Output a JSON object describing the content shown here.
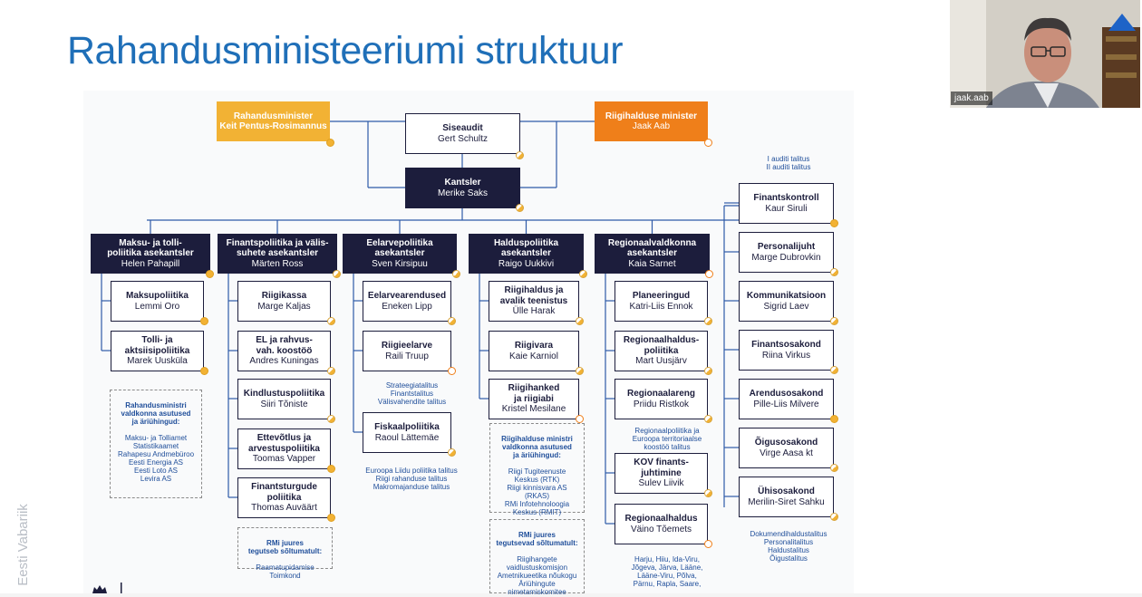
{
  "slide": {
    "title": "Rahandusministeeriumi struktuur",
    "side_text": "Eesti Vabariik"
  },
  "video": {
    "participant_name": "jaak.aab"
  },
  "top": {
    "minister": {
      "title": "Rahandusminister",
      "name": "Keit Pentus-Rosimannus"
    },
    "audit": {
      "title": "Siseaudit",
      "name": "Gert Schultz"
    },
    "admin_minister": {
      "title": "Riigihalduse minister",
      "name": "Jaak Aab"
    },
    "chancellor": {
      "title": "Kantsler",
      "name": "Merike Saks"
    }
  },
  "columns": [
    {
      "head_title": "Maksu- ja tolli-\npoliitika asekantsler",
      "head_name": "Helen Pahapill",
      "items": [
        {
          "title": "Maksupoliitika",
          "name": "Lemmi Oro"
        },
        {
          "title": "Tolli- ja\naktsiisipoliitika",
          "name": "Marek Uusküla"
        }
      ]
    },
    {
      "head_title": "Finantspoliitika ja välis-\nsuhete asekantsler",
      "head_name": "Märten Ross",
      "items": [
        {
          "title": "Riigikassa",
          "name": "Marge Kaljas"
        },
        {
          "title": "EL ja rahvus-\nvah. koostöö",
          "name": "Andres Kuningas"
        },
        {
          "title": "Kindlustuspoliitika",
          "name": "Siiri Tõniste"
        },
        {
          "title": "Ettevõtlus ja\narvestuspoliitika",
          "name": "Toomas Vapper"
        },
        {
          "title": "Finantsturgude\npoliitika",
          "name": "Thomas Auväärt"
        }
      ]
    },
    {
      "head_title": "Eelarvepoliitika\nasekantsler",
      "head_name": "Sven Kirsipuu",
      "items": [
        {
          "title": "Eelarvearendused",
          "name": "Eneken Lipp"
        },
        {
          "title": "Riigieelarve",
          "name": "Raili Truup"
        },
        {
          "title": "Fiskaalpoliitika",
          "name": "Raoul Lättemäe"
        }
      ]
    },
    {
      "head_title": "Halduspoliitika\nasekantsler",
      "head_name": "Raigo Uukkivi",
      "items": [
        {
          "title": "Riigihaldus ja\navalik teenistus",
          "name": "Ülle Harak"
        },
        {
          "title": "Riigivara",
          "name": "Kaie Karniol"
        },
        {
          "title": "Riigihanked\nja riigiabi",
          "name": "Kristel Mesilane"
        }
      ]
    },
    {
      "head_title": "Regionaalvaldkonna\nasekantsler",
      "head_name": "Kaia Sarnet",
      "items": [
        {
          "title": "Planeeringud",
          "name": "Katri-Liis Ennok"
        },
        {
          "title": "Regionaalhaldus-\npoliitika",
          "name": "Mart Uusjärv"
        },
        {
          "title": "Regionaalareng",
          "name": "Priidu Ristkok"
        },
        {
          "title": "KOV finants-\njuhtimine",
          "name": "Sulev Liivik"
        },
        {
          "title": "Regionaalhaldus",
          "name": "Väino Tõemets"
        }
      ]
    },
    {
      "head_title": "",
      "head_name": "",
      "items": [
        {
          "title": "Finantskontroll",
          "name": "Kaur Siruli"
        },
        {
          "title": "Personalijuht",
          "name": "Marge Dubrovkin"
        },
        {
          "title": "Kommunikatsioon",
          "name": "Sigrid Laev"
        },
        {
          "title": "Finantsosakond",
          "name": "Riina Virkus"
        },
        {
          "title": "Arendusosakond",
          "name": "Pille-Liis Milvere"
        },
        {
          "title": "Õigusosakond",
          "name": "Virge Aasa kt"
        },
        {
          "title": "Ühisosakond",
          "name": "Merilin-Siret Sahku"
        }
      ]
    }
  ],
  "notes": {
    "audit_units": "I auditi talitus\nII auditi talitus",
    "budget_units": "Strateegiatalitus\nFinantstalitus\nVälisvahendite talitus",
    "fiscal_units": "Euroopa Liidu poliitika talitus\nRiigi rahanduse talitus\nMakromajanduse talitus",
    "regional_units": "Regionaalpoliitika ja\nEuroopa territoriaalse\nkoostöö talitus",
    "regions": "Harju, Hiiu, Ida-Viru,\nJõgeva, Järva, Lääne,\nLääne-Viru, Põlva,\nPärnu, Rapla, Saare,",
    "common_units": "Dokumendihaldustalitus\nPersonalitalitus\nHaldustalitus\nÕigustalitus"
  },
  "dashed": {
    "ministry_agencies": {
      "head": "Rahandusministri\nvaldkonna asutused\nja äriühingud:",
      "body": "Maksu- ja Tolliamet\nStatistikaamet\nRahapesu Andmebüroo\nEesti Energia AS\nEesti Loto AS\nLevira AS"
    },
    "finance_committee": {
      "head": "RMi juures\ntegutseb sõltumatult:",
      "body": "Raamatupidamise\nToimkond"
    },
    "admin_agencies": {
      "head": "Riigihalduse ministri\nvaldkonna asutused\nja äriühingud:",
      "body": "Riigi Tugiteenuste\nKeskus (RTK)\nRiigi kinnisvara AS\n(RKAS)\nRMi Infotehnoloogia\nKeskus (RMIT)"
    },
    "procurement_committee": {
      "head": "RMi juures\ntegutsevad sõltumatult:",
      "body": "Riigihangete\nvaidlustuskomisjon\nAmetnikueetika nõukogu\nÄriühingute\nnimetamiskomitee"
    }
  },
  "colors": {
    "title_blue": "#1f6fb8",
    "navy": "#1c1d3c",
    "yellow": "#f2b234",
    "orange": "#ef7f1a",
    "note_blue": "#1f4e9a"
  }
}
